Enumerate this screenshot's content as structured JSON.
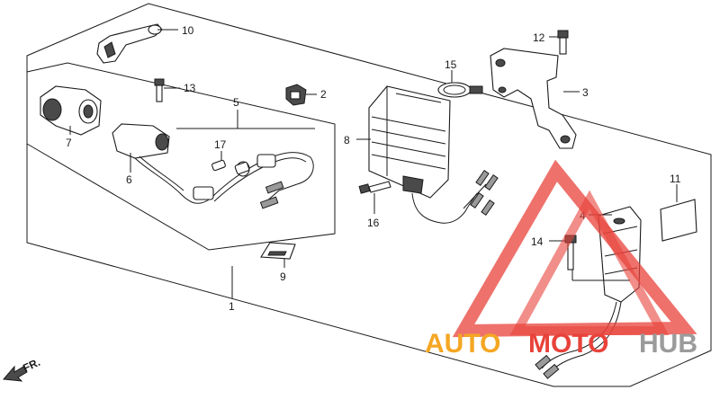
{
  "callouts": [
    {
      "id": "c1",
      "text": "1"
    },
    {
      "id": "c2",
      "text": "2"
    },
    {
      "id": "c3",
      "text": "3"
    },
    {
      "id": "c4",
      "text": "4"
    },
    {
      "id": "c5",
      "text": "5"
    },
    {
      "id": "c6",
      "text": "6"
    },
    {
      "id": "c7",
      "text": "7"
    },
    {
      "id": "c8",
      "text": "8"
    },
    {
      "id": "c9",
      "text": "9"
    },
    {
      "id": "c10",
      "text": "10"
    },
    {
      "id": "c11",
      "text": "11"
    },
    {
      "id": "c12",
      "text": "12"
    },
    {
      "id": "c13",
      "text": "13"
    },
    {
      "id": "c14",
      "text": "14"
    },
    {
      "id": "c15",
      "text": "15"
    },
    {
      "id": "c16",
      "text": "16"
    },
    {
      "id": "c17",
      "text": "17"
    }
  ],
  "direction": {
    "label": "FR."
  },
  "watermark": {
    "part1": "AUTO",
    "part2": "MOTO",
    "part3": "HUB",
    "colors": {
      "orange": "#f5a623",
      "red": "#e8423a",
      "gray": "#9b9b9b"
    }
  }
}
